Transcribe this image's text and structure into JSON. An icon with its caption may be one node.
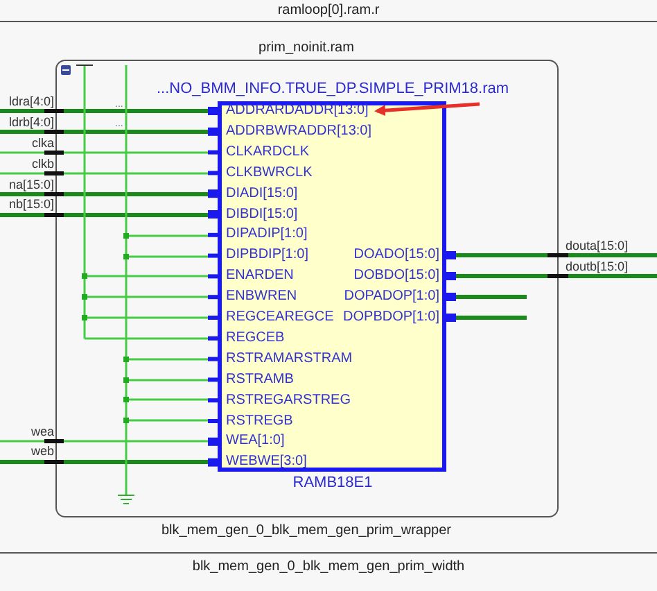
{
  "diagram": {
    "nodes": [
      {
        "text": [
          "ramloop[0].ram.r",
          "blk_mem_gen_0_blk_mem_gen_prim_width"
        ]
      },
      {
        "text": [
          "prim_noinit.ram",
          "blk_mem_gen_0_blk_mem_gen_prim_wrapper"
        ],
        "in": 0
      },
      {
        "text": [
          "...NO_BMM_INFO.TRUE_DP.SIMPLE_PRIM18.ram",
          "RAMB18E1"
        ],
        "in": 1
      }
    ],
    "edges": [
      {
        "from": null,
        "to": 2,
        "arrow": "to",
        "color": "#e8302a"
      }
    ],
    "labels": [
      "ldra[4:0]",
      "ldrb[4:0]",
      "clka",
      "clkb",
      "na[15:0]",
      "nb[15:0]",
      "wea",
      "web",
      "...",
      "...",
      "ADDRARDADDR[13:0]",
      "ADDRBWRADDR[13:0]",
      "CLKARDCLK",
      "CLKBWRCLK",
      "DIADI[15:0]",
      "DIBDI[15:0]",
      "DIPADIP[1:0]",
      "DIPBDIP[1:0]",
      "ENARDEN",
      "ENBWREN",
      "REGCEAREGCE",
      "REGCEB",
      "RSTRAMARSTRAM",
      "RSTRAMB",
      "RSTREGARSTREG",
      "RSTREGB",
      "WEA[1:0]",
      "WEBWE[3:0]",
      "DOADO[15:0]",
      "DOBDO[15:0]",
      "DOPADOP[1:0]",
      "DOPBDOP[1:0]",
      "douta[15:0]",
      "doutb[15:0]"
    ]
  }
}
